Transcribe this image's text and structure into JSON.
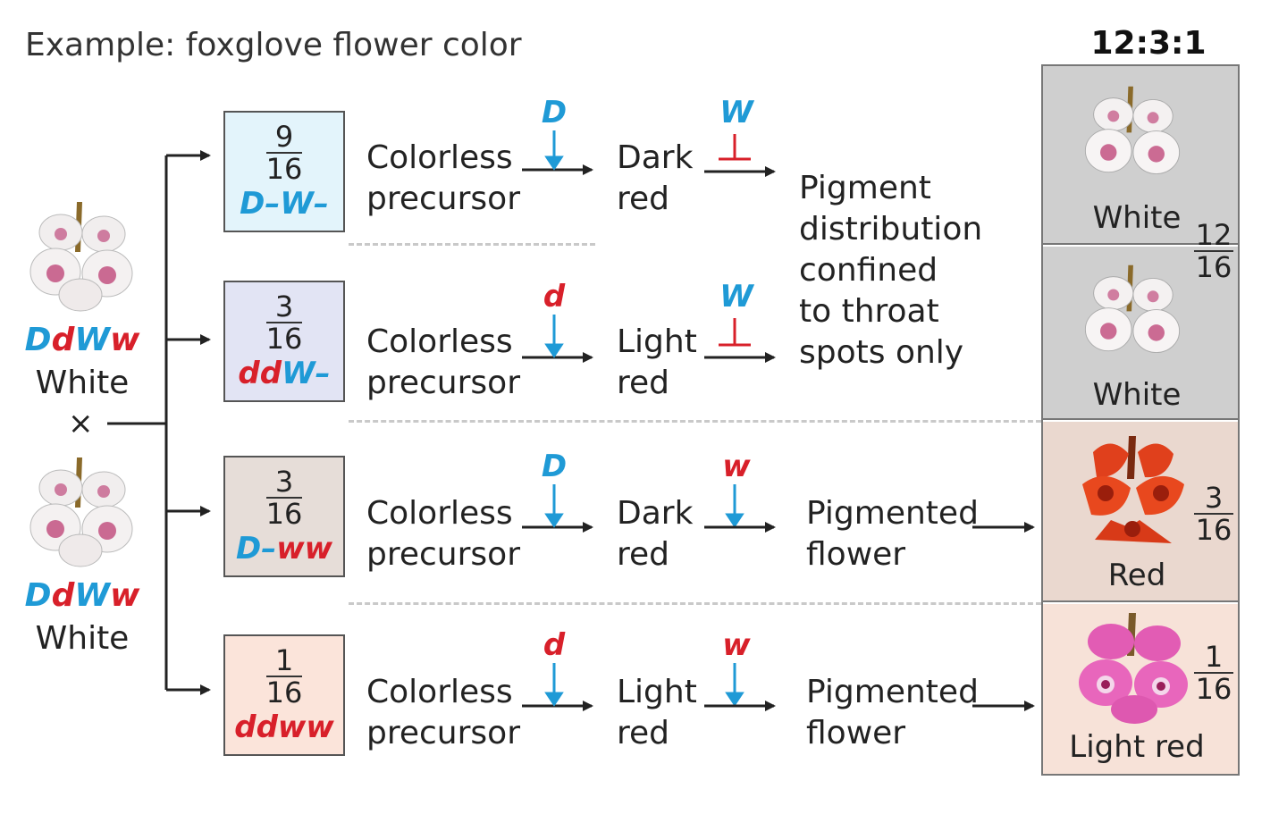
{
  "title": "Example: foxglove flower color",
  "ratio": "12:3:1",
  "parents": [
    {
      "genotype_parts": [
        "D",
        "d",
        "W",
        "w"
      ],
      "phenotype": "White"
    },
    {
      "genotype_parts": [
        "D",
        "d",
        "W",
        "w"
      ],
      "phenotype": "White"
    }
  ],
  "cross_symbol": "×",
  "rows": [
    {
      "fraction_num": "9",
      "fraction_den": "16",
      "genotype": "D–W–",
      "genotype_color": "#1f9ad6",
      "precursor_line1": "Colorless",
      "precursor_line2": "precursor",
      "allele1": "D",
      "allele1_color": "#1f9ad6",
      "intermediate_line1": "Dark",
      "intermediate_line2": "red",
      "allele2": "W",
      "allele2_color": "#1f9ad6",
      "allele2_effect": "inhibits"
    },
    {
      "fraction_num": "3",
      "fraction_den": "16",
      "genotype_parts": [
        "dd",
        "W–"
      ],
      "precursor_line1": "Colorless",
      "precursor_line2": "precursor",
      "allele1": "d",
      "allele1_color": "#d8202a",
      "intermediate_line1": "Light",
      "intermediate_line2": "red",
      "allele2": "W",
      "allele2_color": "#1f9ad6",
      "allele2_effect": "inhibits"
    },
    {
      "fraction_num": "3",
      "fraction_den": "16",
      "genotype_parts": [
        "D–",
        "ww"
      ],
      "precursor_line1": "Colorless",
      "precursor_line2": "precursor",
      "allele1": "D",
      "allele1_color": "#1f9ad6",
      "intermediate_line1": "Dark",
      "intermediate_line2": "red",
      "allele2": "w",
      "allele2_color": "#d8202a",
      "allele2_effect": "activates",
      "outcome_line1": "Pigmented",
      "outcome_line2": "flower"
    },
    {
      "fraction_num": "1",
      "fraction_den": "16",
      "genotype": "ddww",
      "genotype_color": "#d8202a",
      "precursor_line1": "Colorless",
      "precursor_line2": "precursor",
      "allele1": "d",
      "allele1_color": "#d8202a",
      "intermediate_line1": "Light",
      "intermediate_line2": "red",
      "allele2": "w",
      "allele2_color": "#d8202a",
      "allele2_effect": "activates",
      "outcome_line1": "Pigmented",
      "outcome_line2": "flower"
    }
  ],
  "shared_outcome_lines": [
    "Pigment",
    "distribution",
    "confined",
    "to throat",
    "spots only"
  ],
  "phenotypes": [
    {
      "label": "White",
      "bg": "#cfcfcf",
      "flower": "white-foxglove"
    },
    {
      "label": "White",
      "bg": "#cfcfcf",
      "flower": "white-foxglove"
    },
    {
      "label": "Red",
      "bg": "#ead8cf",
      "flower": "red-foxglove"
    },
    {
      "label": "Light red",
      "bg": "#f7e2d8",
      "flower": "pink-foxglove"
    }
  ],
  "phenotype_ratios": [
    {
      "num": "12",
      "den": "16"
    },
    {
      "num": "3",
      "den": "16"
    },
    {
      "num": "1",
      "den": "16"
    }
  ],
  "colors": {
    "blue": "#1f9ad6",
    "red": "#d8202a",
    "box_bg": [
      "#e3f4fb",
      "#e2e4f4",
      "#e6ddd8",
      "#fbe4da"
    ]
  }
}
